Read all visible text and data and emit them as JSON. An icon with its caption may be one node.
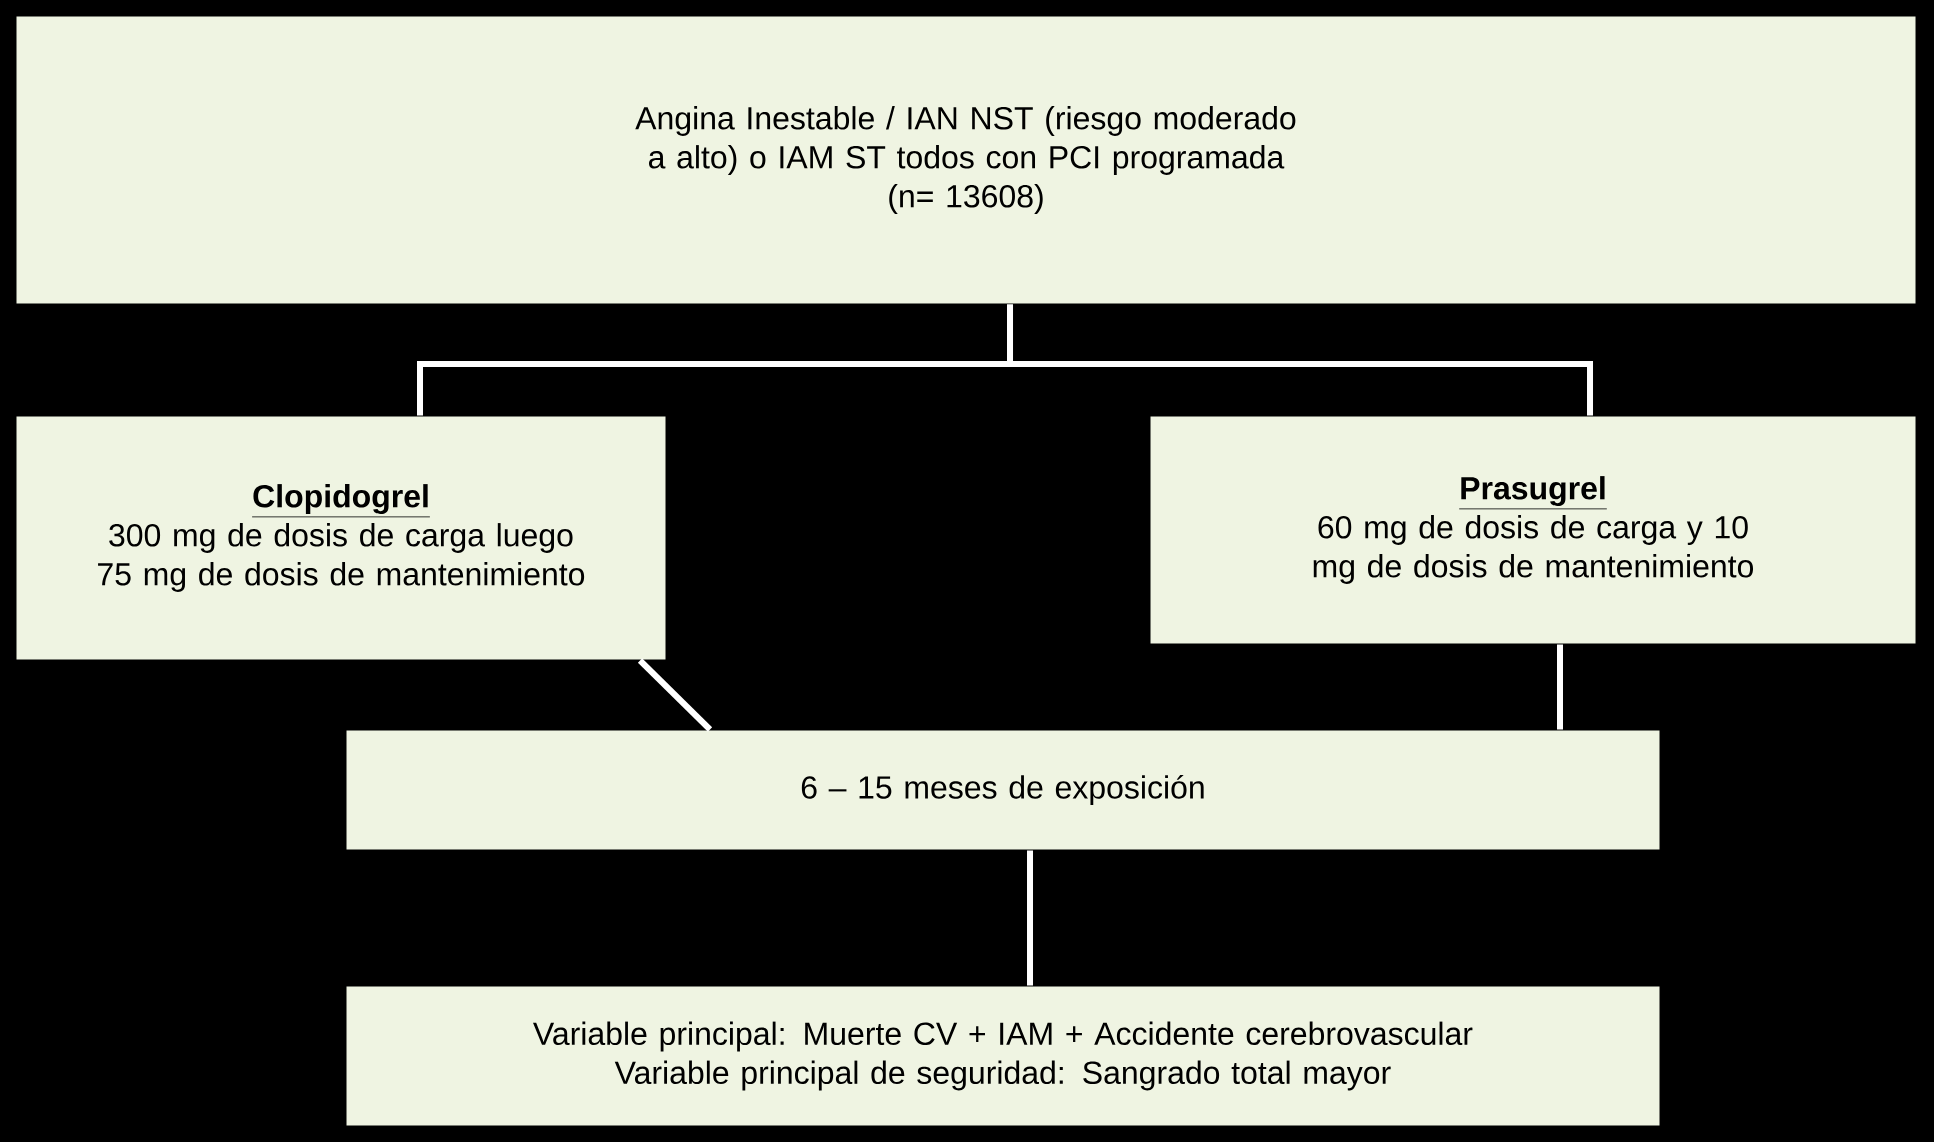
{
  "diagram": {
    "nodes": [
      {
        "text": [
          "Angina Inestable / IAN NST (riesgo moderado a alto) o IAM ST todos con PCI programada",
          "(n= 13608)"
        ]
      },
      {
        "text": [
          "Clopidogrel",
          "300 mg de dosis de carga luego 75 mg de dosis de mantenimiento"
        ]
      },
      {
        "text": [
          "Prasugrel",
          "60 mg de dosis de carga y 10 mg de dosis de mantenimiento"
        ]
      },
      {
        "text": [
          "6 – 15 meses de exposición"
        ]
      },
      {
        "text": [
          "Variable principal: Muerte CV + IAM + Accidente cerebrovascular",
          "Variable principal de seguridad: Sangrado total mayor"
        ]
      }
    ],
    "edges": [
      {
        "from": 0,
        "to": 1,
        "arrow": "none"
      },
      {
        "from": 0,
        "to": 2,
        "arrow": "none"
      },
      {
        "from": 1,
        "to": 3,
        "arrow": "none"
      },
      {
        "from": 2,
        "to": 3,
        "arrow": "none"
      },
      {
        "from": 3,
        "to": 4,
        "arrow": "none"
      }
    ]
  }
}
